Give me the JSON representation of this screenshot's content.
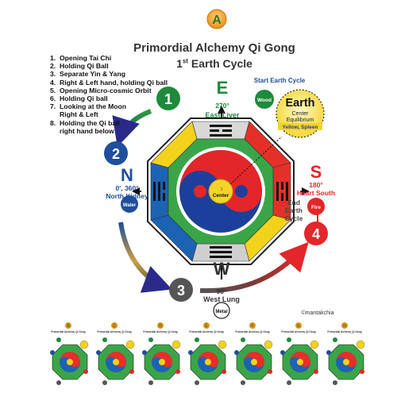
{
  "header": {
    "badge_letter": "A",
    "title": "Primordial Alchemy Qi Gong",
    "subtitle_prefix": "1",
    "subtitle_sup": "st",
    "subtitle_suffix": " Earth Cycle"
  },
  "steps": [
    {
      "num": "1.",
      "text": "Opening Tai Chi"
    },
    {
      "num": "2.",
      "text": "Holding Qi Ball"
    },
    {
      "num": "3.",
      "text": "Separate Yin & Yang"
    },
    {
      "num": "4.",
      "text": "Right & Left hand, holding Qi ball"
    },
    {
      "num": "5.",
      "text": "Opening Micro-cosmic Orbit"
    },
    {
      "num": "6.",
      "text": "Holding Qi ball"
    },
    {
      "num": "7.",
      "text": "Looking at the Moon",
      "cont": "Right & Left"
    },
    {
      "num": "8.",
      "text": "Holding the Qi ball",
      "cont": "right hand below"
    }
  ],
  "directions": {
    "east": {
      "letter": "E",
      "degree": "270°",
      "label": "East Liver",
      "element": "Wood",
      "step": "1",
      "note": "Start Earth Cycle"
    },
    "north": {
      "letter": "N",
      "degree": "0', 360°",
      "label": "North Kidney",
      "element": "Water",
      "step": "2"
    },
    "west": {
      "letter": "W",
      "degree": "90°",
      "label": "West Lung",
      "element": "Metal",
      "step": "3"
    },
    "south": {
      "letter": "S",
      "degree": "180°",
      "label": "Heart South",
      "element": "Fire",
      "step": "4",
      "note_lines": [
        "End",
        "Earth",
        "Cycle"
      ]
    }
  },
  "earth_callout": {
    "title": "Earth",
    "line1": "Center",
    "line2": "Equilibrium",
    "line3": "Yellow, Spleen"
  },
  "center_label": "Center",
  "copyright": "©mantakchia",
  "thumbnails": [
    {
      "letter": "B",
      "title": "Primordial Alchemy Qi Gong"
    },
    {
      "letter": "C",
      "title": "Primordial Alchemy Qi Gong"
    },
    {
      "letter": "D",
      "title": "Primordial Alchemy Qi Gong"
    },
    {
      "letter": "E",
      "title": "Primordial Alchemy Qi Gong"
    },
    {
      "letter": "F",
      "title": "Primordial Alchemy Qi Gong"
    },
    {
      "letter": "G",
      "title": "Primordial Alchemy Qi Gong"
    },
    {
      "letter": "H",
      "title": "Primordial Alchemy Qi Gong"
    }
  ],
  "colors": {
    "east_green": "#1f8a3c",
    "north_blue": "#1f4e9c",
    "south_red": "#e3262a",
    "west_gray": "#555555",
    "octagon_yellow": "#f2d21b",
    "octagon_green": "#3aa548",
    "octagon_red": "#e53029",
    "octagon_blue": "#1d63b4",
    "octagon_gray": "#cfcfcf"
  }
}
